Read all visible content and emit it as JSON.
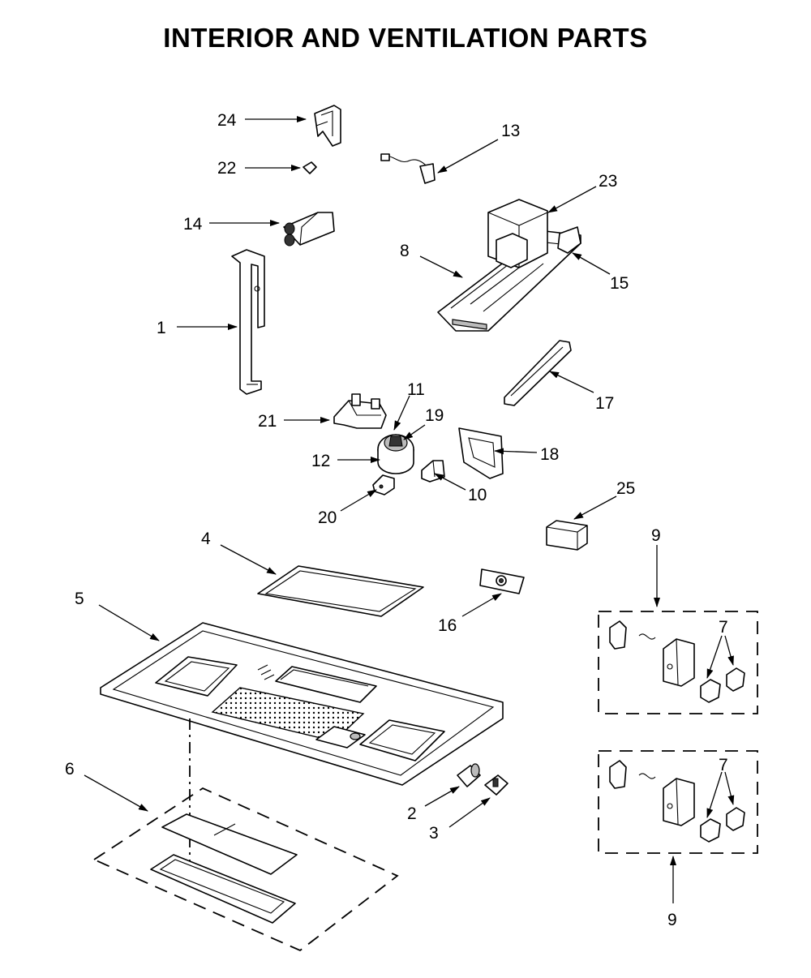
{
  "title": "INTERIOR AND VENTILATION PARTS",
  "callouts": [
    {
      "id": "24",
      "label": "24"
    },
    {
      "id": "13",
      "label": "13"
    },
    {
      "id": "22",
      "label": "22"
    },
    {
      "id": "23",
      "label": "23"
    },
    {
      "id": "14",
      "label": "14"
    },
    {
      "id": "8",
      "label": "8"
    },
    {
      "id": "15",
      "label": "15"
    },
    {
      "id": "1",
      "label": "1"
    },
    {
      "id": "11",
      "label": "11"
    },
    {
      "id": "17",
      "label": "17"
    },
    {
      "id": "21",
      "label": "21"
    },
    {
      "id": "19",
      "label": "19"
    },
    {
      "id": "18",
      "label": "18"
    },
    {
      "id": "12",
      "label": "12"
    },
    {
      "id": "10",
      "label": "10"
    },
    {
      "id": "20",
      "label": "20"
    },
    {
      "id": "25",
      "label": "25"
    },
    {
      "id": "4",
      "label": "4"
    },
    {
      "id": "9a",
      "label": "9"
    },
    {
      "id": "5",
      "label": "5"
    },
    {
      "id": "16",
      "label": "16"
    },
    {
      "id": "7a",
      "label": "7"
    },
    {
      "id": "6",
      "label": "6"
    },
    {
      "id": "2",
      "label": "2"
    },
    {
      "id": "3",
      "label": "3"
    },
    {
      "id": "7b",
      "label": "7"
    },
    {
      "id": "9b",
      "label": "9"
    }
  ]
}
